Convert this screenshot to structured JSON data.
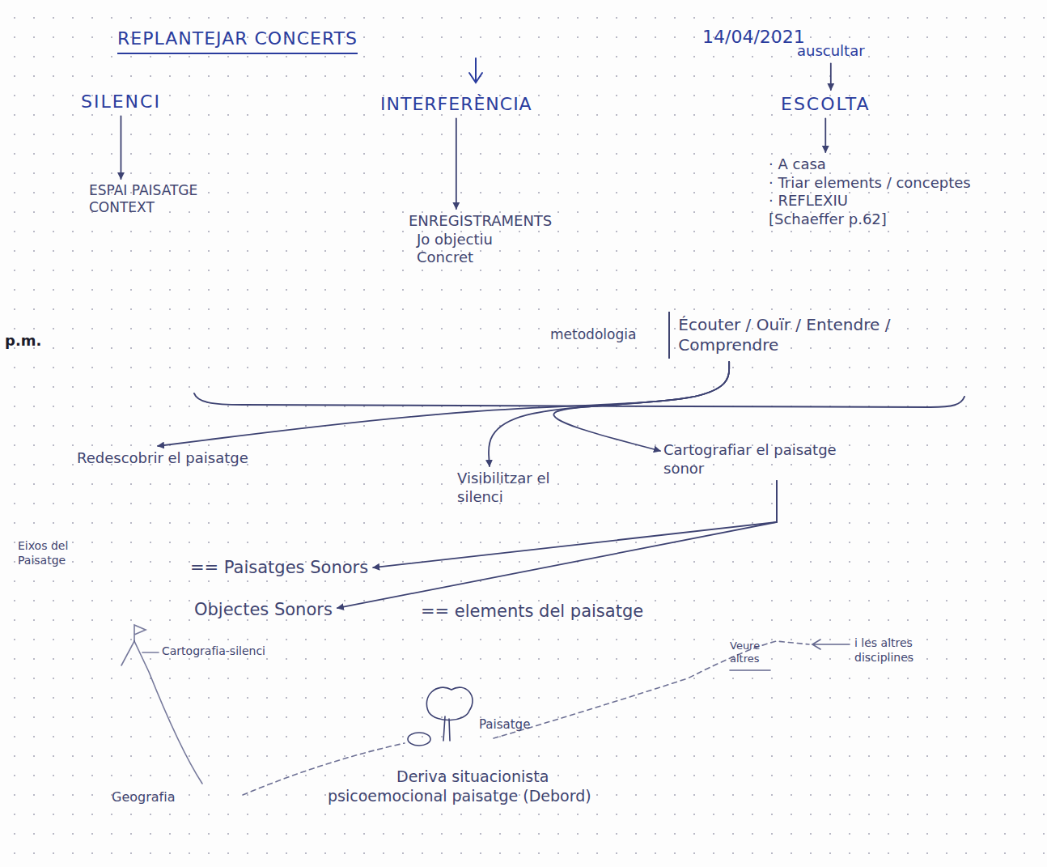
{
  "diagram": {
    "title": "REPLANTEJAR CONCERTS",
    "nodes": [
      {
        "text": [
          "SILENCI"
        ]
      },
      {
        "text": [
          "INTERFERÈNCIA"
        ]
      },
      {
        "text": [
          "auscultar"
        ]
      },
      {
        "text": [
          "ESCOLTA"
        ]
      },
      {
        "text": [
          "ESPAI PAISATGE CONTEXT"
        ]
      },
      {
        "text": [
          "ENREGISTRAMENTS",
          "Jo objectiu Concret"
        ]
      },
      {
        "text": [
          "· A casa",
          "· Triar elements / conceptes",
          "· REFLEXIU",
          "[Schaeffer p.62]"
        ]
      },
      {
        "text": [
          "metodologia",
          "Écouter / Ouïr / Entendre / Comprendre"
        ]
      },
      {
        "text": [
          "Redescobrir el paisatge"
        ]
      },
      {
        "text": [
          "Visibilitzar el silenci"
        ]
      },
      {
        "text": [
          "Cartografiar el paisatge sonor"
        ]
      },
      {
        "text": [
          "== Paisatges Sonors"
        ]
      },
      {
        "text": [
          "Objectes Sonors"
        ]
      }
    ],
    "edges": [
      {
        "from": 0,
        "to": 4,
        "arrow": "to"
      },
      {
        "from": 1,
        "to": 5,
        "arrow": "to"
      },
      {
        "from": 2,
        "to": 3,
        "arrow": "to"
      },
      {
        "from": 3,
        "to": 6,
        "arrow": "to"
      },
      {
        "from": 7,
        "to": 8,
        "arrow": "to"
      },
      {
        "from": 7,
        "to": 9,
        "arrow": "to"
      },
      {
        "from": 7,
        "to": 10,
        "arrow": "to"
      },
      {
        "from": 10,
        "to": 11,
        "arrow": "to"
      },
      {
        "from": 10,
        "to": 12,
        "arrow": "to"
      }
    ],
    "labels": [
      "14/04/2021",
      "p.m.",
      "Eixos del Paisatge",
      "== elements del paisatge",
      "Cartografia-silenci",
      "Veure altres",
      "i les altres disciplines",
      "Paisatge",
      "Geografia",
      "Deriva situacionista psicoemocional paisatge (Debord)"
    ]
  }
}
